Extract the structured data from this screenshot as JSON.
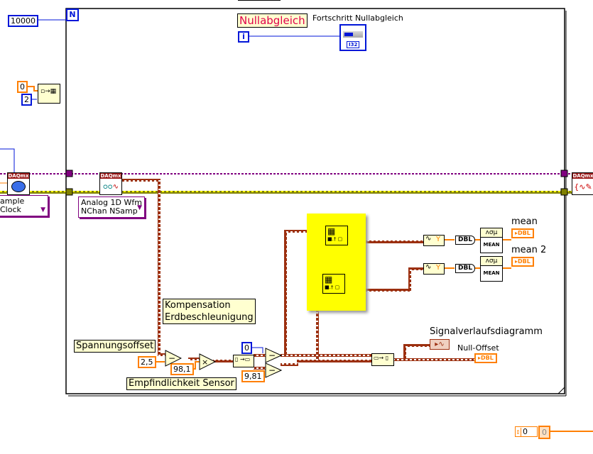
{
  "loop": {
    "count_terminal": "N",
    "iteration_terminal": "i",
    "count_constant": "10000"
  },
  "init_array": {
    "element_constant": "0",
    "dimension_constant": "2"
  },
  "title_label": "Nullabgleich",
  "progress": {
    "label": "Fortschritt Nullabgleich",
    "type": "I32"
  },
  "daqmx": {
    "header": "DAQmx",
    "timing_selector": "ample Clock",
    "read_selector_line1": "Analog 1D Wfm",
    "read_selector_line2": "NChan NSamp"
  },
  "comments": {
    "compensation_line1": "Kompensation",
    "compensation_line2": "Erdbeschleunigung",
    "voltage_offset": "Spannungsoffset",
    "sensor_sensitivity": "Empfindlichkeit Sensor"
  },
  "constants": {
    "offset": "2,5",
    "sensitivity": "98,1",
    "zero": "0",
    "gravity": "9,81"
  },
  "operators": {
    "subtract": "−",
    "multiply": "×"
  },
  "outputs": {
    "mean_label": "mean",
    "mean2_label": "mean 2",
    "mean_fn_symbol": "ʌσμ",
    "mean_fn_text": "MEAN",
    "dbl_text": "DBL",
    "y_text": "Y",
    "chart_label": "Signalverlaufsdiagramm",
    "null_offset_label": "Null-Offset"
  },
  "bottom_right": {
    "numeric_control_value": "0",
    "indicator_value": "0"
  },
  "colors": {
    "int_wire": "#0016d8",
    "dbl_wire": "#ff7f00",
    "waveform_wire": "#9c3010",
    "task_wire": "#800080",
    "error_wire": "#808000",
    "highlight": "#ffff00"
  }
}
